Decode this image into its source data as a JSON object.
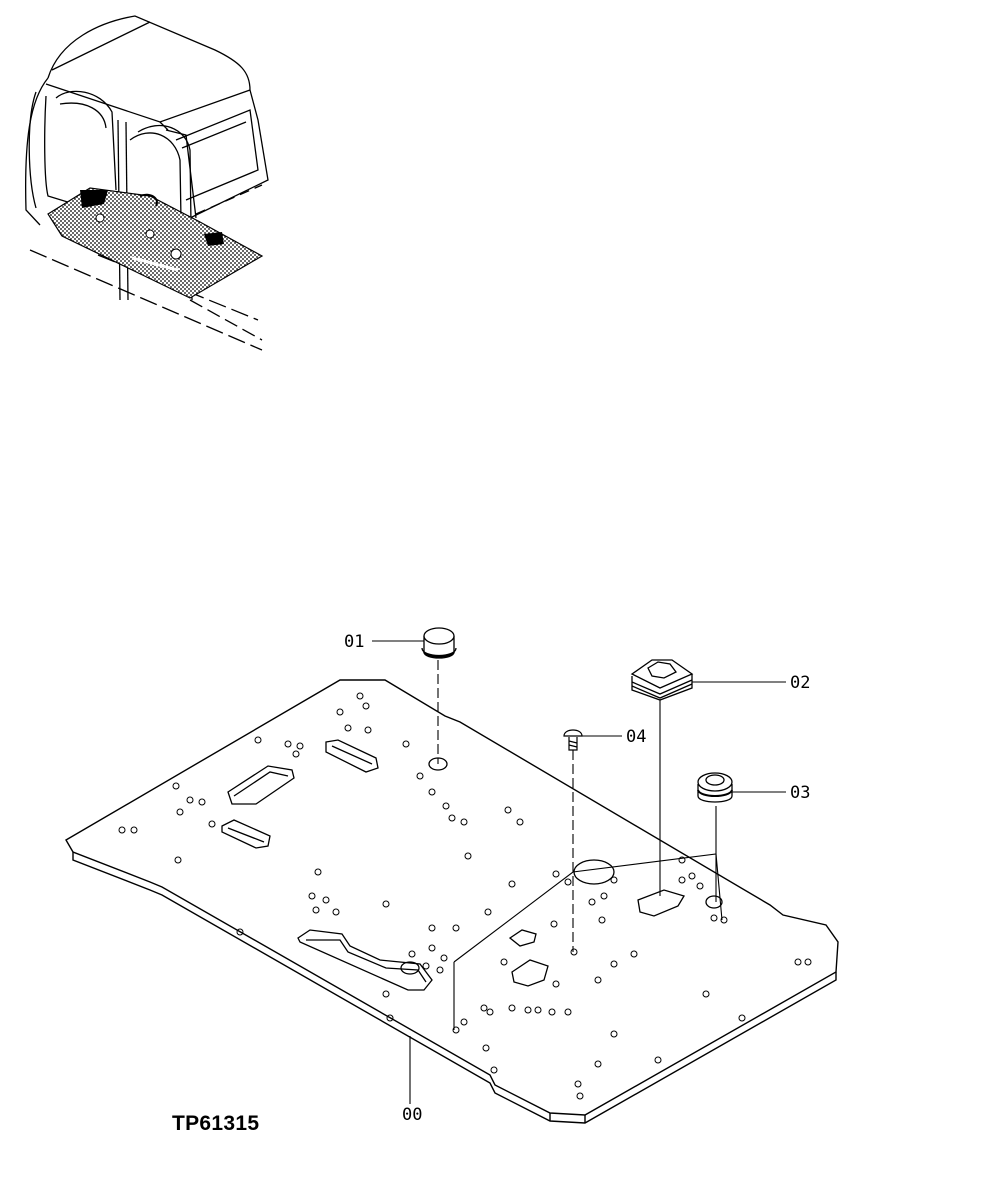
{
  "drawing_ref": "TP61315",
  "callouts": {
    "plate": "00",
    "plug_round": "01",
    "grommet_oval": "02",
    "grommet_round": "03",
    "screw": "04"
  }
}
